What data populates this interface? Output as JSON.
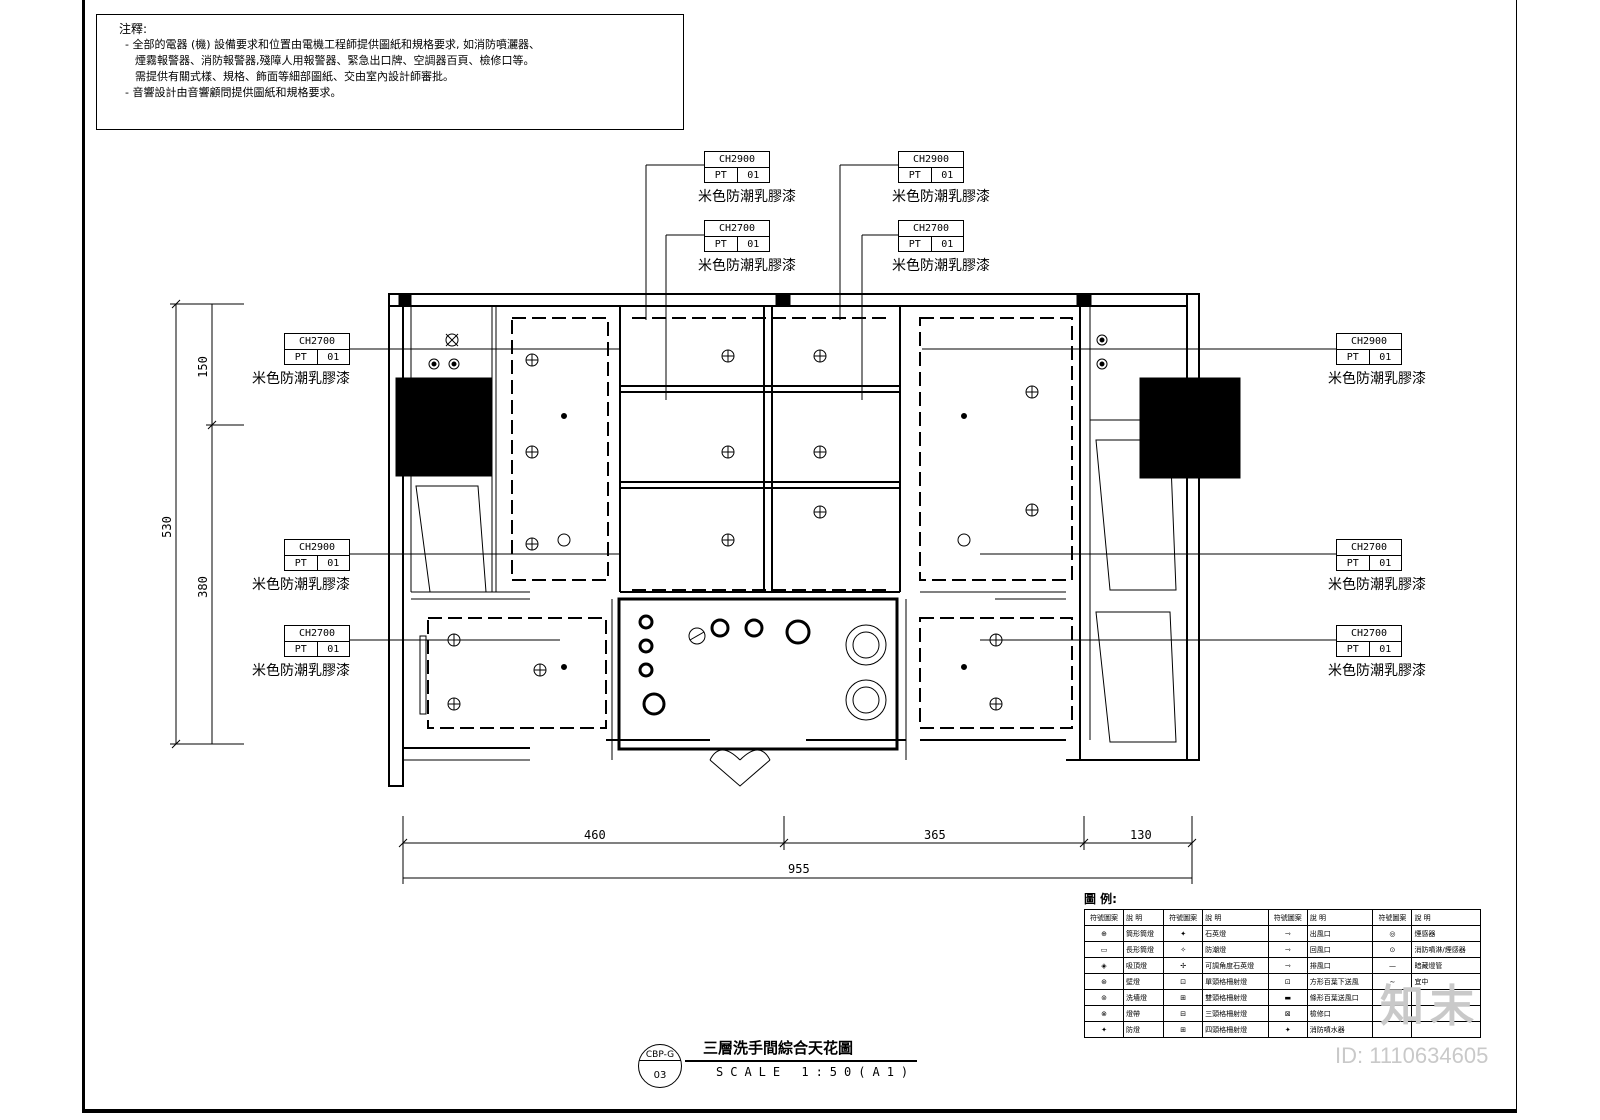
{
  "notes": {
    "title": "注釋:",
    "lines": [
      "- 全部的電器 (機) 設備要求和位置由電機工程師提供圖紙和規格要求, 如消防噴灑器、",
      "煙霧報警器、消防報警器,殘障人用報警器、緊急出口牌、空調器百頁、檢修口等。",
      "需提供有關式樣、規格、飾面等細部圖紙、交由室內設計師審批。",
      "- 音響設計由音響顧問提供圖紙和規格要求。"
    ]
  },
  "tags": [
    {
      "code": "CH2900",
      "pt": "PT",
      "num": "01",
      "text": "米色防潮乳膠漆"
    },
    {
      "code": "CH2900",
      "pt": "PT",
      "num": "01",
      "text": "米色防潮乳膠漆"
    },
    {
      "code": "CH2700",
      "pt": "PT",
      "num": "01",
      "text": "米色防潮乳膠漆"
    },
    {
      "code": "CH2700",
      "pt": "PT",
      "num": "01",
      "text": "米色防潮乳膠漆"
    },
    {
      "code": "CH2700",
      "pt": "PT",
      "num": "01",
      "text": "米色防潮乳膠漆"
    },
    {
      "code": "CH2900",
      "pt": "PT",
      "num": "01",
      "text": "米色防潮乳膠漆"
    },
    {
      "code": "CH2700",
      "pt": "PT",
      "num": "01",
      "text": "米色防潮乳膠漆"
    },
    {
      "code": "CH2900",
      "pt": "PT",
      "num": "01",
      "text": "米色防潮乳膠漆"
    },
    {
      "code": "CH2700",
      "pt": "PT",
      "num": "01",
      "text": "米色防潮乳膠漆"
    },
    {
      "code": "CH2700",
      "pt": "PT",
      "num": "01",
      "text": "米色防潮乳膠漆"
    }
  ],
  "dimensions": {
    "left_top": "150",
    "left_total": "530",
    "left_bottom": "380",
    "bottom_a": "460",
    "bottom_b": "365",
    "bottom_c": "130",
    "bottom_total": "955"
  },
  "legend": {
    "title": "圖 例:",
    "header": [
      "符號圖案",
      "說 明",
      "符號圖案",
      "說 明",
      "符號圖案",
      "說 明",
      "符號圖案",
      "說 明"
    ],
    "rows": [
      [
        "⊕",
        "筒形筒燈",
        "✦",
        "石英燈",
        "⇾",
        "出風口",
        "◎",
        "煙感器"
      ],
      [
        "▭",
        "長形筒燈",
        "✧",
        "防潮燈",
        "⇾",
        "回風口",
        "⊙",
        "消防噴淋/煙感器"
      ],
      [
        "◈",
        "吸頂燈",
        "✢",
        "可調角度石英燈",
        "⇾",
        "排風口",
        "—",
        "暗藏燈管"
      ],
      [
        "⊛",
        "壁燈",
        "⊡",
        "單頭格柵射燈",
        "⊡",
        "方形百葉下送風",
        "∼",
        "宜中"
      ],
      [
        "⊚",
        "洗墻燈",
        "⊞",
        "雙頭格柵射燈",
        "▬",
        "條形百葉送風口",
        "",
        ""
      ],
      [
        "⊗",
        "燈帶",
        "⊟",
        "三頭格柵射燈",
        "⊠",
        "檢修口",
        "",
        ""
      ],
      [
        "✦",
        "防燈",
        "⊞",
        "四頭格柵射燈",
        "✦",
        "消防噴水器",
        "",
        ""
      ]
    ]
  },
  "drawing": {
    "title": "三層洗手間綜合天花圖",
    "scale": "SCALE 1:50(A1)",
    "ref_top": "CBP-G",
    "ref_bottom": "03"
  },
  "brand": {
    "logo": "知末",
    "id": "ID: 1110634605"
  }
}
